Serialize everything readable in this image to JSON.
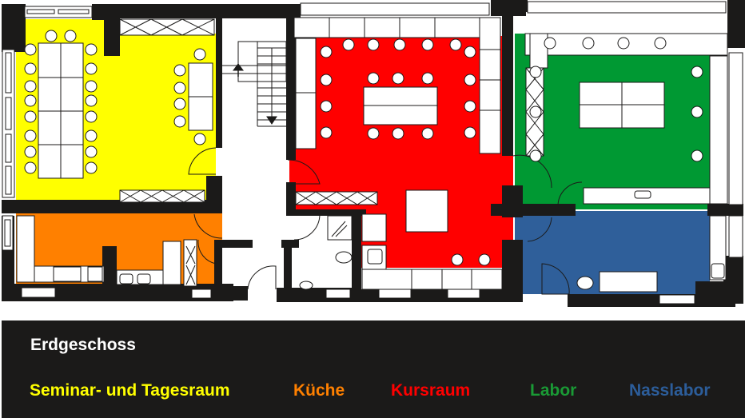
{
  "legend": {
    "title": "Erdgeschoss",
    "items": [
      {
        "label": "Seminar- und Tagesraum",
        "color": "#ffff00"
      },
      {
        "label": "Küche",
        "color": "#ff8000"
      },
      {
        "label": "Kursraum",
        "color": "#ff0000"
      },
      {
        "label": "Labor",
        "color": "#1a9a35"
      },
      {
        "label": "Nasslabor",
        "color": "#2c5d9a"
      }
    ]
  },
  "rooms": {
    "seminar": "#ffff00",
    "kueche": "#ff8000",
    "kursraum": "#ff0000",
    "labor": "#009933",
    "nasslabor": "#2f5f9a"
  }
}
